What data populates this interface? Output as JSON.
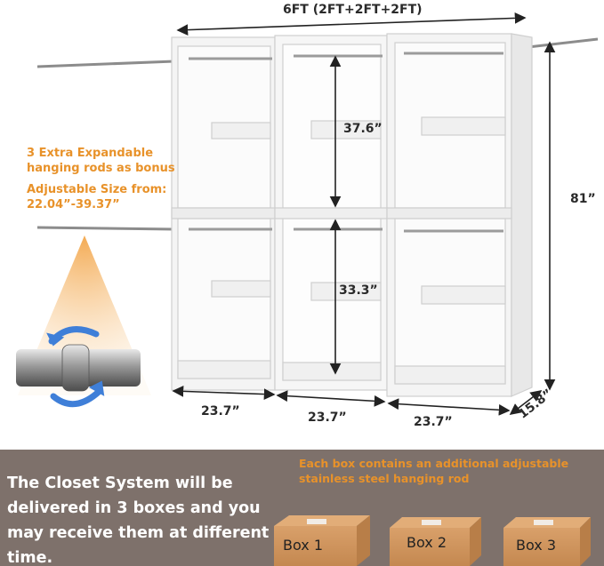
{
  "dimensions": {
    "width_total": "6FT (2FT+2FT+2FT)",
    "height": "81”",
    "depth": "15.8”",
    "upper_hang": "37.6”",
    "lower_hang": "33.3”",
    "unit_widths": [
      "23.7”",
      "23.7”",
      "23.7”"
    ]
  },
  "callouts": {
    "rods_line1": "3 Extra Expandable",
    "rods_line2": "hanging rods as bonus",
    "size_line1": "Adjustable Size from:",
    "size_line2": "22.04”-39.37”"
  },
  "delivery": {
    "note_line1": "Each box contains an additional adjustable",
    "note_line2": "stainless steel hanging rod",
    "message": "The Closet System will be delivered in 3 boxes and you may receive them at different time.",
    "boxes": [
      "Box 1",
      "Box 2",
      "Box 3"
    ]
  },
  "colors": {
    "accent": "#e8922a",
    "band": "#7e716b",
    "box": "#cf955e",
    "rotation_arrows": "#3f7fd8"
  }
}
